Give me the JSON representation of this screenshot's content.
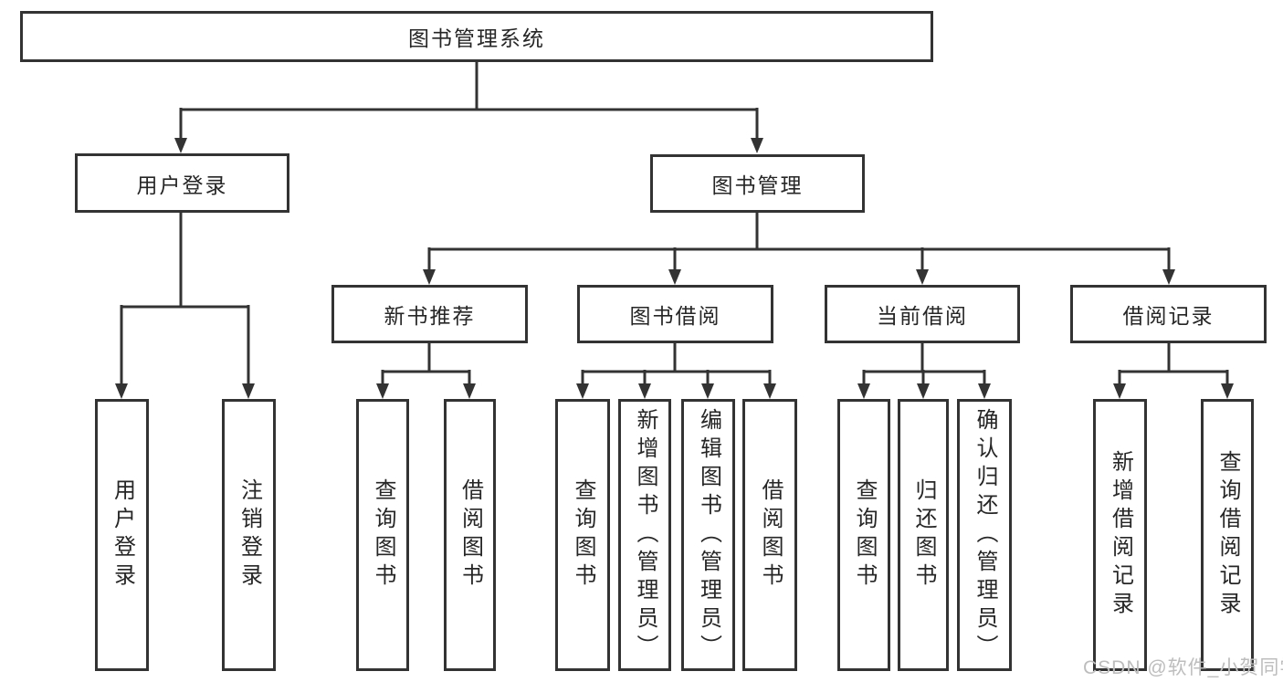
{
  "nodes": {
    "root": {
      "label": "图书管理系统"
    },
    "level2": [
      {
        "label": "用户登录"
      },
      {
        "label": "图书管理"
      }
    ],
    "level3": [
      {
        "label": "新书推荐"
      },
      {
        "label": "图书借阅"
      },
      {
        "label": "当前借阅"
      },
      {
        "label": "借阅记录"
      }
    ],
    "leaves": [
      {
        "label": "用户登录"
      },
      {
        "label": "注销登录"
      },
      {
        "label": "查询图书"
      },
      {
        "label": "借阅图书"
      },
      {
        "label": "查询图书"
      },
      {
        "label": "新增图书（管理员）"
      },
      {
        "label": "编辑图书（管理员）"
      },
      {
        "label": "借阅图书"
      },
      {
        "label": "查询图书"
      },
      {
        "label": "归还图书"
      },
      {
        "label": "确认归还（管理员）"
      },
      {
        "label": "新增借阅记录"
      },
      {
        "label": "查询借阅记录"
      }
    ]
  },
  "watermark": {
    "text": "CSDN @软件_小贺同学"
  },
  "colors": {
    "line": "#333333",
    "text": "#262626",
    "background": "#ffffff",
    "watermark": "#bdbdbd"
  }
}
